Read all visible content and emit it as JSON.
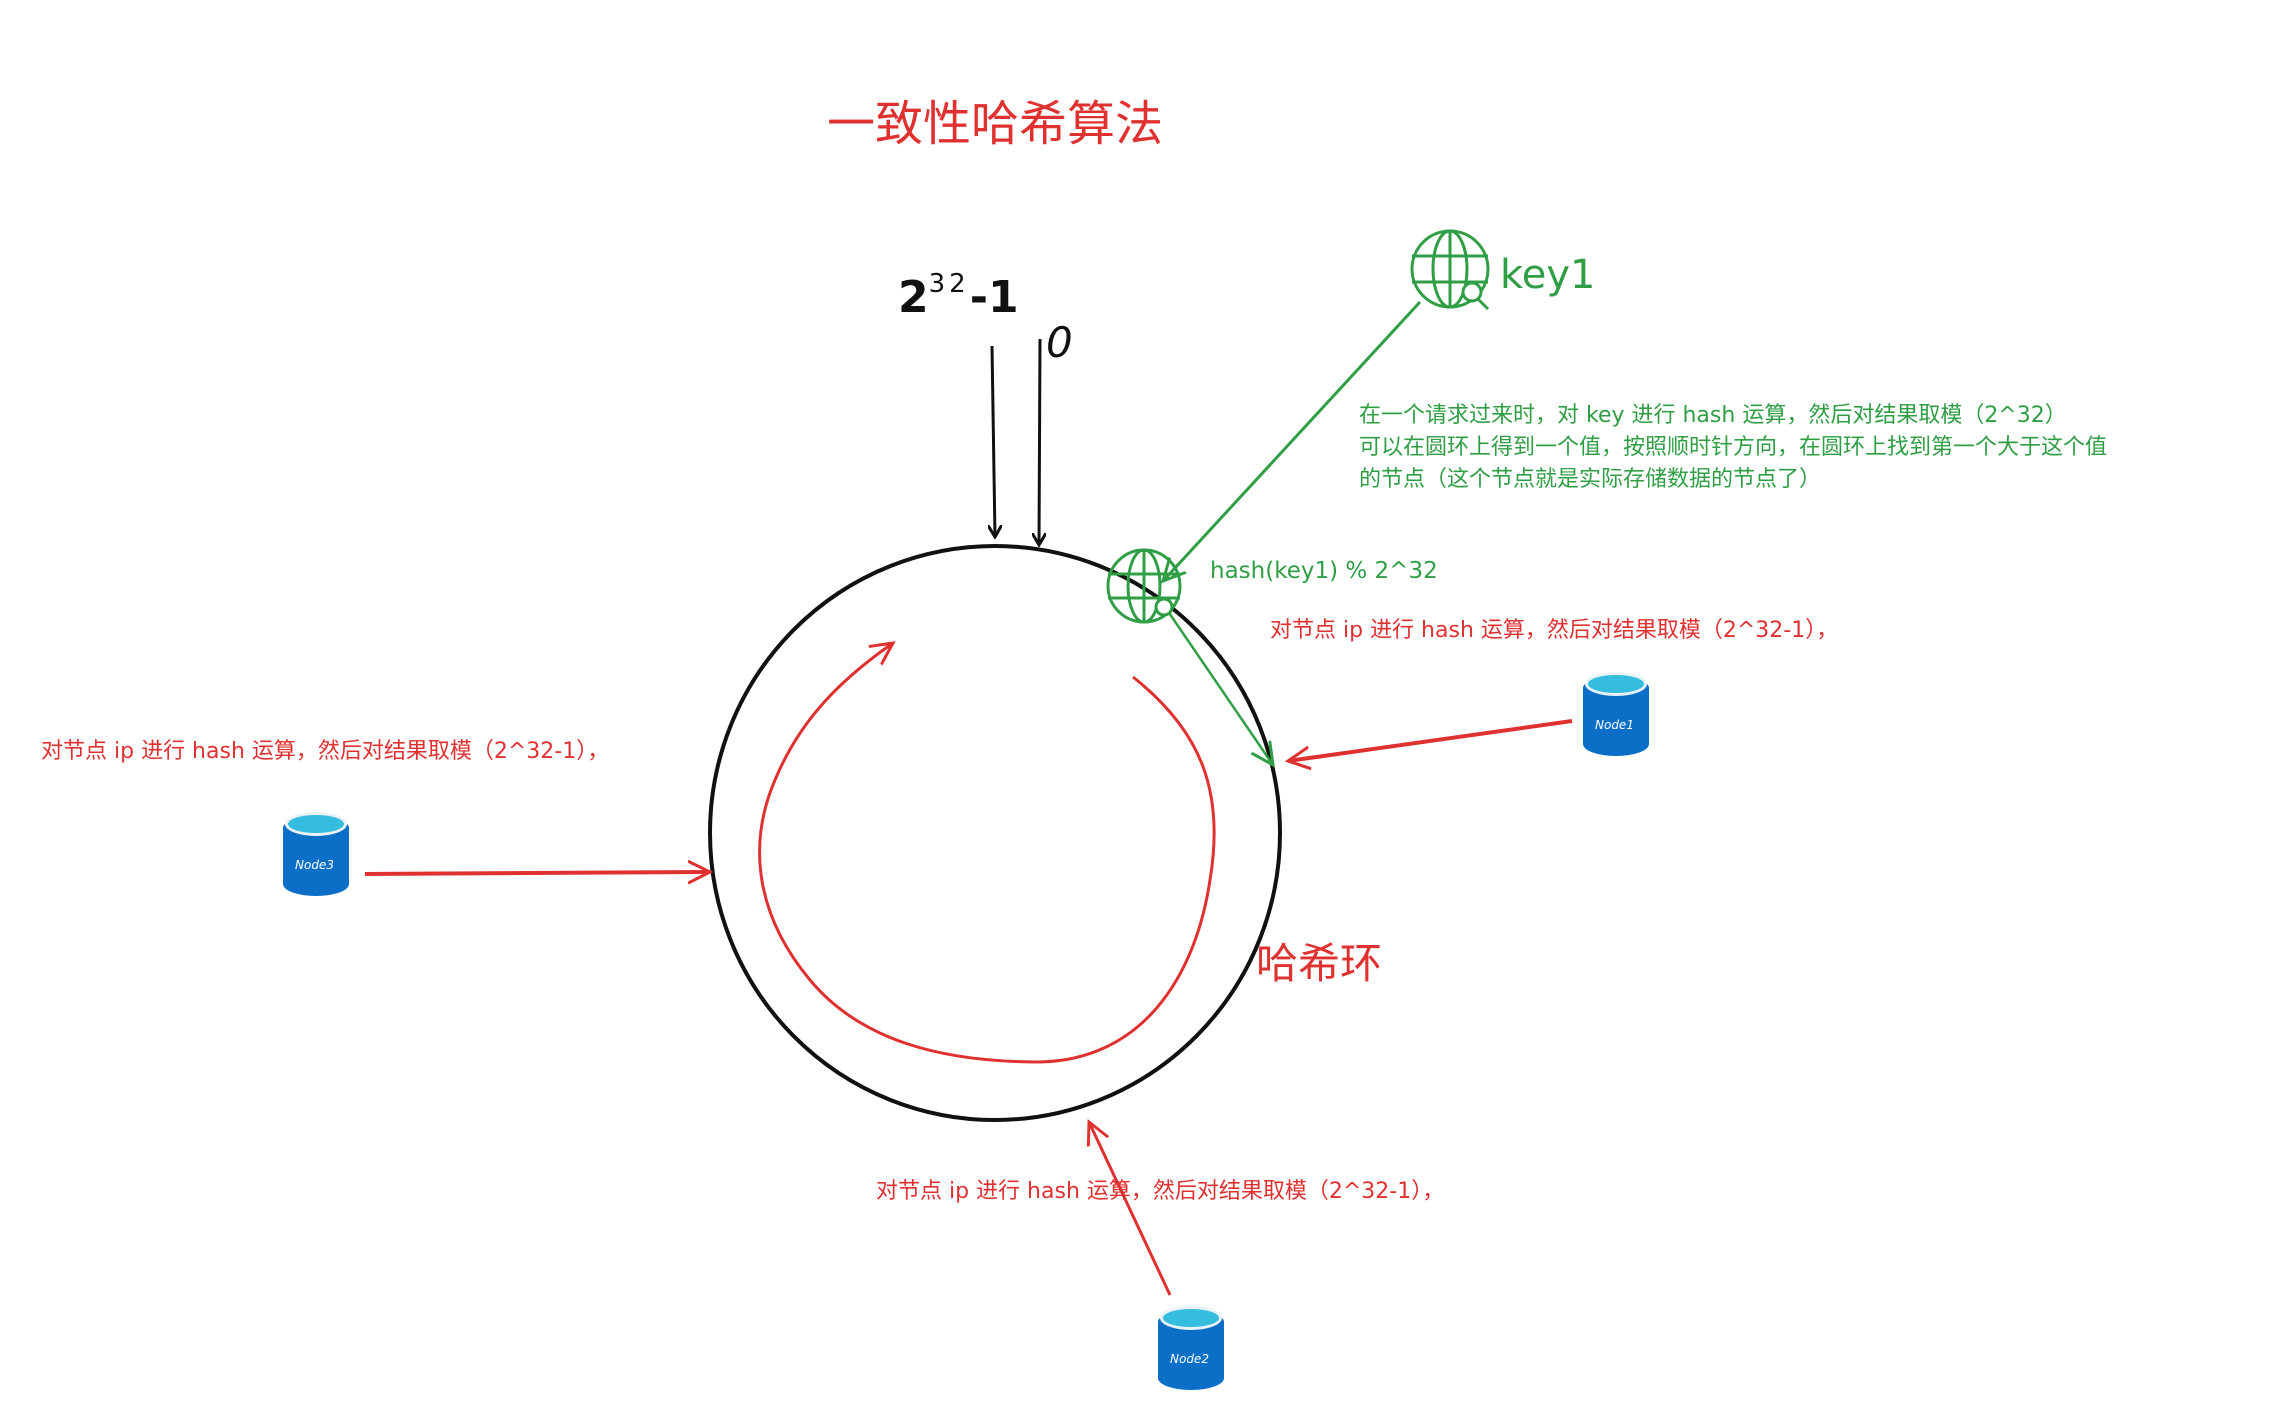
{
  "title": "一致性哈希算法",
  "ring_top": {
    "max_base": "2",
    "max_exp": "32",
    "max_suffix": "-1",
    "zero": "0"
  },
  "key": {
    "label": "key1",
    "icon": "globe-search-icon",
    "hash_label": "hash(key1) % 2^32"
  },
  "key_description": [
    "在一个请求过来时，对 key 进行 hash 运算，然后对结果取模（2^32）",
    "可以在圆环上得到一个值，按照顺时针方向，在圆环上找到第一个大于这个值",
    "的节点（这个节点就是实际存储数据的节点了）"
  ],
  "ring_label": "哈希环",
  "node_hash_text": "对节点 ip 进行 hash 运算，然后对结果取模（2^32-1），",
  "nodes": [
    {
      "label": "Node1"
    },
    {
      "label": "Node2"
    },
    {
      "label": "Node3"
    }
  ],
  "colors": {
    "red": "#e03131",
    "green": "#2f9e44",
    "black": "#111111",
    "node_blue": "#0b6fc7",
    "node_top": "#35bde0"
  }
}
